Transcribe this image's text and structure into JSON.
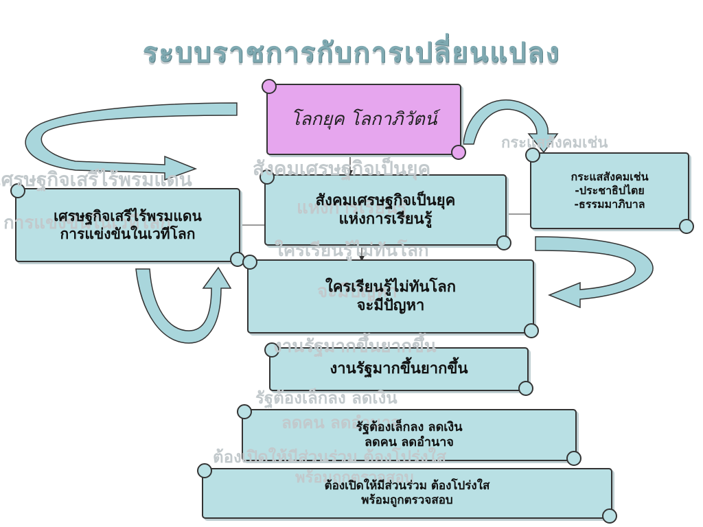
{
  "title": "ระบบราชการกับการเปลี่ยนแปลง",
  "nodes": {
    "globalization": {
      "text": "โลกยุค โลกาภิวัตน์",
      "color": "#e6a6ee"
    },
    "knowledge_society": {
      "lines": [
        "สังคมเศรษฐกิจเป็นยุค",
        "แห่งการเรียนรู้"
      ]
    },
    "free_economy": {
      "lines": [
        "เศรษฐกิจเสรีไร้พรมแดน",
        "การแข่งขันในเวทีโลก"
      ]
    },
    "social_trends": {
      "lines": [
        "กระแสสังคมเช่น",
        "-ประชาธิปไตย",
        "-ธรรมมาภิบาล"
      ]
    },
    "learning_warning": {
      "lines": [
        "ใครเรียนรู้ไม่ทันโลก",
        "จะมีปัญหา"
      ]
    },
    "government_harder": {
      "lines": [
        "งานรัฐมากขึ้นยากขึ้น"
      ]
    },
    "state_smaller": {
      "lines": [
        "รัฐต้องเล็กลง ลดเงิน",
        "ลดคน ลดอำนาจ"
      ]
    },
    "transparency": {
      "lines": [
        "ต้องเปิดให้มีส่วนร่วม ต้องโปร่งใส",
        "พร้อมถูกตรวจสอบ"
      ]
    }
  },
  "colors": {
    "scroll_fill": "#b9e0e4",
    "accent_pink": "#e6a6ee",
    "arrow_fill": "#a9d6dc",
    "title": "#7fa9b1",
    "ghost_text": "#c2c9cc"
  }
}
